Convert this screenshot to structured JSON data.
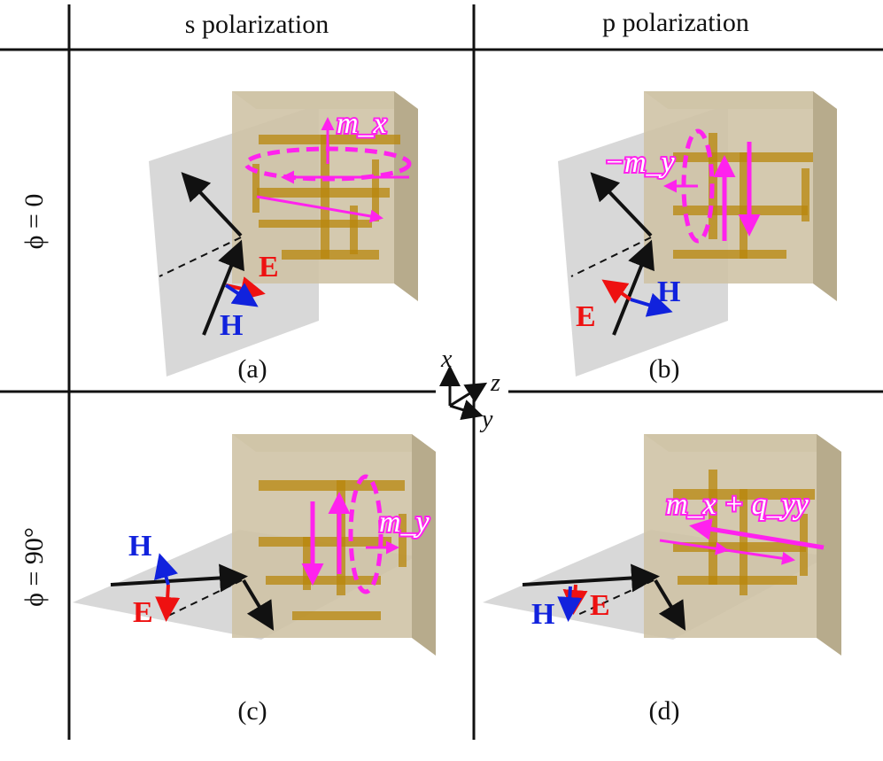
{
  "columns": [
    "s polarization",
    "p polarization"
  ],
  "rows": [
    "ϕ = 0",
    "ϕ = 90°"
  ],
  "panels": [
    {
      "caption": "(a)",
      "e_label": "E",
      "h_label": "H",
      "moment": "m_x"
    },
    {
      "caption": "(b)",
      "e_label": "E",
      "h_label": "H",
      "moment": "−m_y"
    },
    {
      "caption": "(c)",
      "e_label": "E",
      "h_label": "H",
      "moment": "m_y"
    },
    {
      "caption": "(d)",
      "e_label": "E",
      "h_label": "H",
      "moment": "m_x + q_yy"
    }
  ],
  "axes": {
    "x": "x",
    "y": "y",
    "z": "z"
  },
  "colors": {
    "e_field": "#ee1111",
    "h_field": "#1122dd",
    "moment": "#ff22ee",
    "slab": "#cfc3a6",
    "metal": "#b8860b",
    "plane": "#b8b8b8"
  }
}
